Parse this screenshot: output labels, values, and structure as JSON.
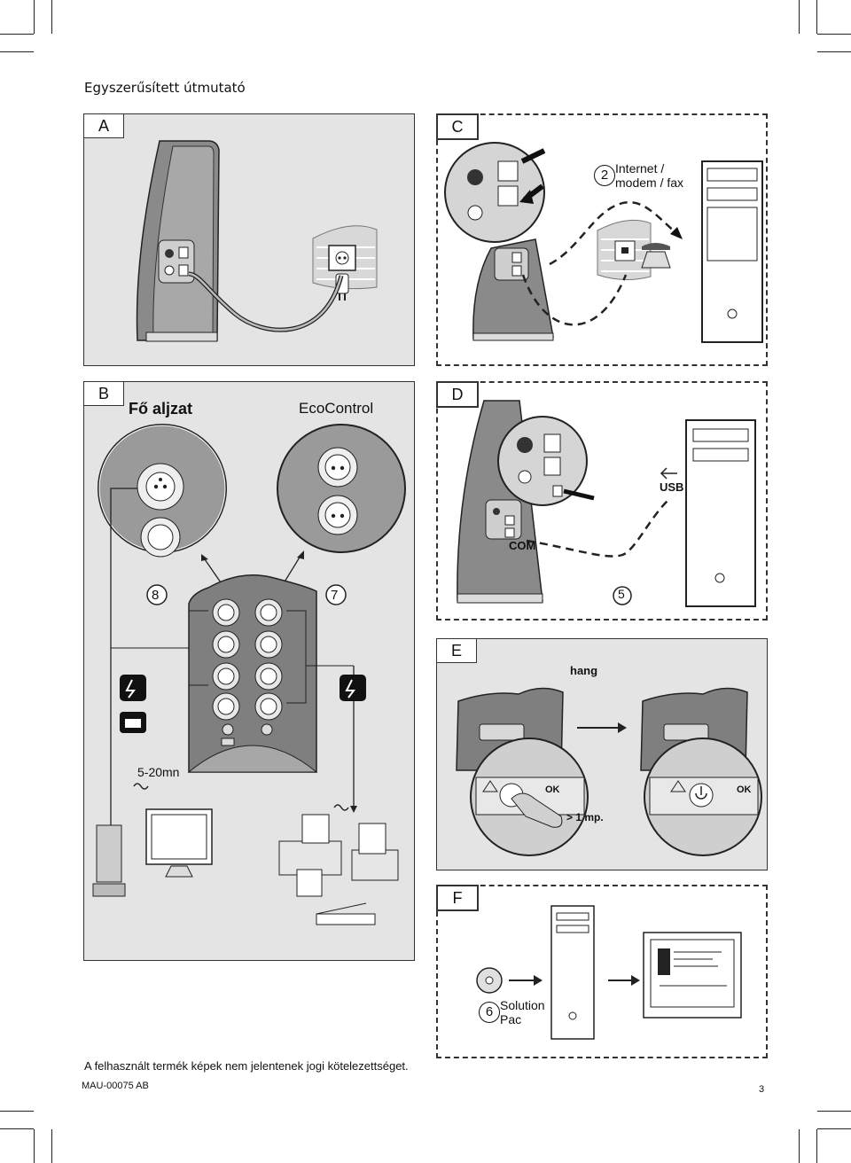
{
  "page": {
    "title": "Egyszerűsített útmutató",
    "footer_note": "A felhasznált termék képek nem jelentenek jogi kötelezettséget.",
    "doc_code": "MAU-00075 AB",
    "page_number": "3"
  },
  "panels": {
    "a": {
      "label": "A"
    },
    "b": {
      "label": "B",
      "main_socket_label": "Fő aljzat",
      "ecocontrol_label": "EcoControl",
      "step_main": "8",
      "step_eco": "7",
      "time_label": "5-20mn"
    },
    "c": {
      "label": "C",
      "step": "2",
      "caption_line1": "Internet /",
      "caption_line2": "modem / fax"
    },
    "d": {
      "label": "D",
      "usb_label": "USB",
      "com_label": "COM",
      "step": "5"
    },
    "e": {
      "label": "E",
      "sound_label": "hang",
      "ok_label": "OK",
      "ok_label_2": "OK",
      "press_label": "> 1 mp."
    },
    "f": {
      "label": "F",
      "step": "6",
      "caption_line1": "Solution",
      "caption_line2": "Pac"
    }
  },
  "colors": {
    "panel_fill": "#e4e4e4",
    "device_dark": "#8a8a8a",
    "device_light": "#bdbdbd",
    "outline": "#333333"
  }
}
